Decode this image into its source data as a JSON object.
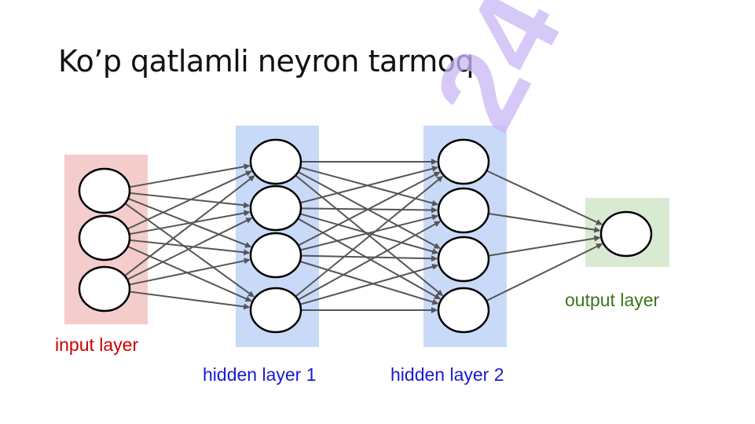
{
  "slide": {
    "title": "Ko’p qatlamli neyron tarmoq",
    "watermark": "24"
  },
  "network": {
    "layers": [
      {
        "label": "input layer",
        "neurons": 3,
        "bg": "#f4cccc",
        "text_color": "#cc0000"
      },
      {
        "label": "hidden layer 1",
        "neurons": 4,
        "bg": "#c9daf8",
        "text_color": "#1a1ad0"
      },
      {
        "label": "hidden layer 2",
        "neurons": 4,
        "bg": "#c9daf8",
        "text_color": "#1a1ad0"
      },
      {
        "label": "output layer",
        "neurons": 1,
        "bg": "#d9ead3",
        "text_color": "#38761d"
      }
    ],
    "edge_color": "#555555"
  }
}
